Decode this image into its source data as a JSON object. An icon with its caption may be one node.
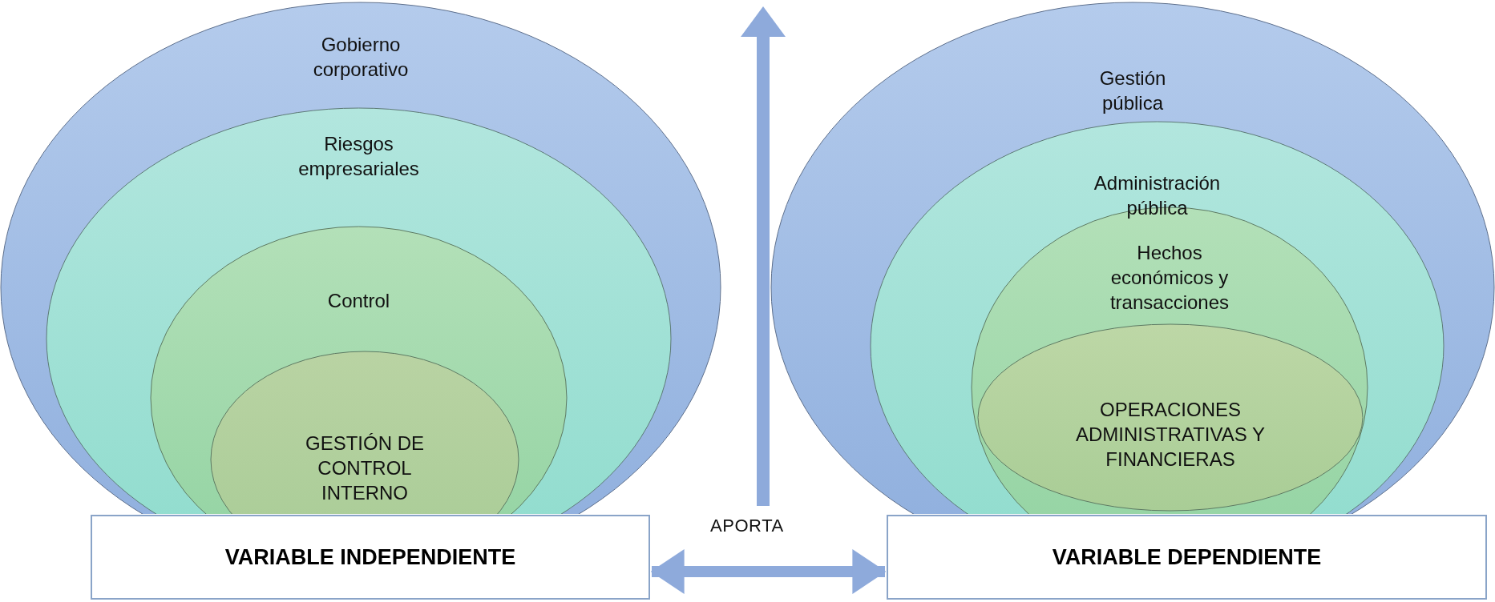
{
  "diagram": {
    "nodes": [
      {
        "text": [
          "Gobierno corporativo"
        ]
      },
      {
        "text": [
          "Riesgos empresariales"
        ],
        "in": 0
      },
      {
        "text": [
          "Control"
        ],
        "in": 1
      },
      {
        "text": [
          "GESTIÓN DE CONTROL INTERNO"
        ],
        "in": 2
      },
      {
        "text": [
          "VARIABLE INDEPENDIENTE"
        ]
      },
      {
        "text": [
          "Gestión pública"
        ]
      },
      {
        "text": [
          "Administración pública"
        ],
        "in": 5
      },
      {
        "text": [
          "Hechos económicos y transacciones"
        ],
        "in": 6
      },
      {
        "text": [
          "OPERACIONES ADMINISTRATIVAS Y FINANCIERAS"
        ],
        "in": 7
      },
      {
        "text": [
          "VARIABLE DEPENDIENTE"
        ]
      }
    ],
    "edges": [
      {
        "from": 4,
        "to": 9,
        "arrow": "both",
        "label": "APORTA"
      }
    ]
  }
}
